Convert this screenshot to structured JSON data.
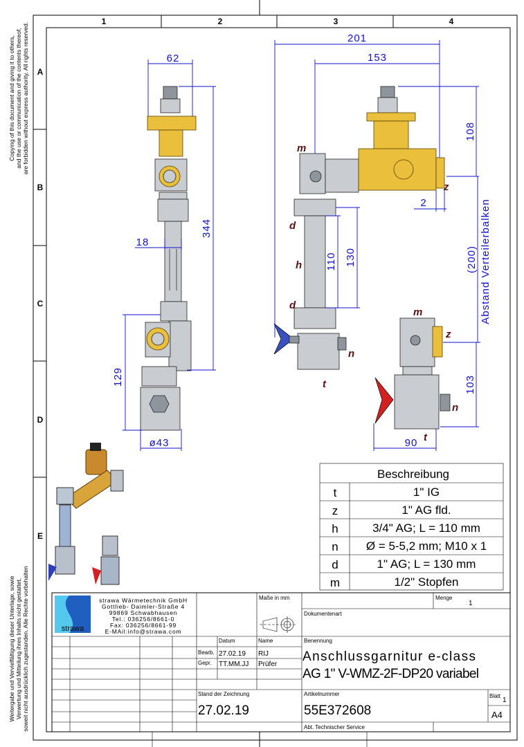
{
  "sheet": {
    "columns": [
      "1",
      "2",
      "3",
      "4"
    ],
    "rows": [
      "A",
      "B",
      "C",
      "D",
      "E"
    ],
    "notice_en": [
      "Copying of this document and giving it to others,",
      "and the use or communication of the contents thereof,",
      "are forbidden without express authority. All rights reserved."
    ],
    "notice_de": [
      "Weitergabe und Vervielfältigung dieser Unterlage, sowie",
      "Verwertung und Mitteilung ihres Inhalts nicht gestattet,",
      "soweit nicht ausdrücklich zugestanden. Alle Rechte vorbehalten"
    ]
  },
  "dimensions": {
    "d62": "62",
    "d344": "344",
    "d18": "18",
    "d129": "129",
    "d43": "ø43",
    "d201": "201",
    "d153": "153",
    "d108": "108",
    "d2": "2",
    "d110": "110",
    "d130": "130",
    "d200": "(200)",
    "d200_label": "Abstand Verteilerbalken",
    "d103": "103",
    "d90": "90"
  },
  "part_labels": {
    "m1": "m",
    "z1": "z",
    "d1": "d",
    "h": "h",
    "d2": "d",
    "n1": "n",
    "t1": "t",
    "m2": "m",
    "z2": "z",
    "n2": "n",
    "t2": "t"
  },
  "description": {
    "header": "Beschreibung",
    "rows": [
      {
        "key": "t",
        "value": "1\" IG"
      },
      {
        "key": "z",
        "value": "1\" AG fld."
      },
      {
        "key": "h",
        "value": "3/4\" AG; L = 110 mm"
      },
      {
        "key": "n",
        "value": "Ø = 5-5,2 mm; M10 x 1"
      },
      {
        "key": "d",
        "value": "1\" AG; L = 130 mm"
      },
      {
        "key": "m",
        "value": "1/2\" Stopfen"
      }
    ]
  },
  "title_block": {
    "logo_text": "strawa",
    "company": [
      "strawa Wärmetechnik GmbH",
      "Gottlieb- Daimler-Straße 4",
      "99869 Schwabhausen",
      "Tel.: 036256/8661-0",
      "Fax: 036256/8661-99",
      "E-MAil:info@strawa.com"
    ],
    "units": "Maße in mm",
    "menge_label": "Menge",
    "menge_value": "1",
    "dokumentenart_label": "Dokumentenart",
    "datum_label": "Datum",
    "name_label": "Name",
    "bearb_label": "Bearb.",
    "bearb_date": "27.02.19",
    "bearb_name": "RIJ",
    "gepr_label": "Gepr.",
    "gepr_date": "TT.MM.JJ",
    "gepr_name": "Prüfer",
    "benennung_label": "Benennung",
    "title_line1": "Anschlussgarnitur e-class",
    "title_line2": "AG 1\" V-WMZ-2F-DP20 variabel",
    "stand_label": "Stand der Zeichnung",
    "stand_value": "27.02.19",
    "artikel_label": "Artikelnummer",
    "artikel_value": "55E372608",
    "blatt_label": "Blatt",
    "blatt_value": "1",
    "format": "A4",
    "department": "Abt. Technischer Service"
  },
  "colors": {
    "dimension": "#1010d0",
    "label": "#5a1010",
    "brass": "#e9bf3c",
    "logo": "#1e73c8"
  }
}
